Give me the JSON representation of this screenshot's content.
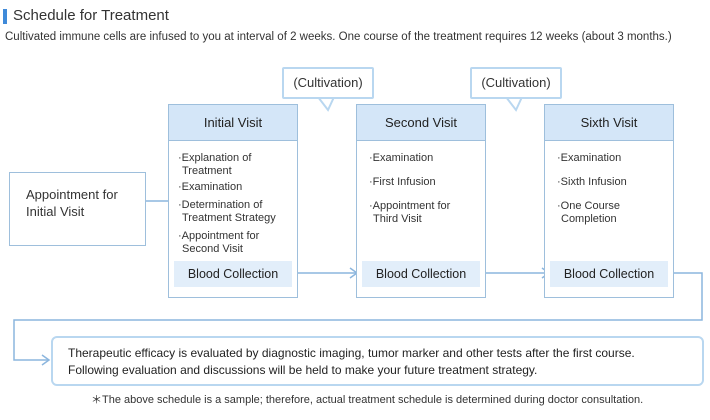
{
  "header": {
    "title": "Schedule for Treatment",
    "subtitle": "Cultivated immune cells are infused to you at interval of 2 weeks. One course of the treatment requires 12 weeks (about 3 months.)"
  },
  "appointment": {
    "line1": "Appointment for",
    "line2": "Initial Visit"
  },
  "bubbles": [
    "(Cultivation)",
    "(Cultivation)"
  ],
  "visits": [
    {
      "title": "Initial Visit",
      "items": [
        [
          "·Explanation of",
          "Treatment"
        ],
        [
          "·Examination"
        ],
        [
          "·Determination of",
          "Treatment Strategy"
        ],
        [
          "·Appointment for",
          "Second Visit"
        ]
      ],
      "blood": "Blood Collection"
    },
    {
      "title": "Second Visit",
      "items": [
        [
          "·Examination"
        ],
        [
          "·First Infusion"
        ],
        [
          "·Appointment for",
          "Third Visit"
        ]
      ],
      "blood": "Blood Collection"
    },
    {
      "title": "Sixth Visit",
      "items": [
        [
          "·Examination"
        ],
        [
          "·Sixth Infusion"
        ],
        [
          "·One Course",
          "Completion"
        ]
      ],
      "blood": "Blood Collection"
    }
  ],
  "result": {
    "line1": "Therapeutic efficacy is evaluated by diagnostic imaging, tumor marker and other tests after the first course.",
    "line2": "Following evaluation and discussions will be held to make your future treatment strategy."
  },
  "footnote": "＊The above schedule is a sample; therefore, actual treatment schedule is determined during doctor consultation.",
  "colors": {
    "accent": "#3f8ad9",
    "header_fill": "#d4e6f8",
    "box_border": "#9ebfdc",
    "connector": "#8cb6de"
  }
}
